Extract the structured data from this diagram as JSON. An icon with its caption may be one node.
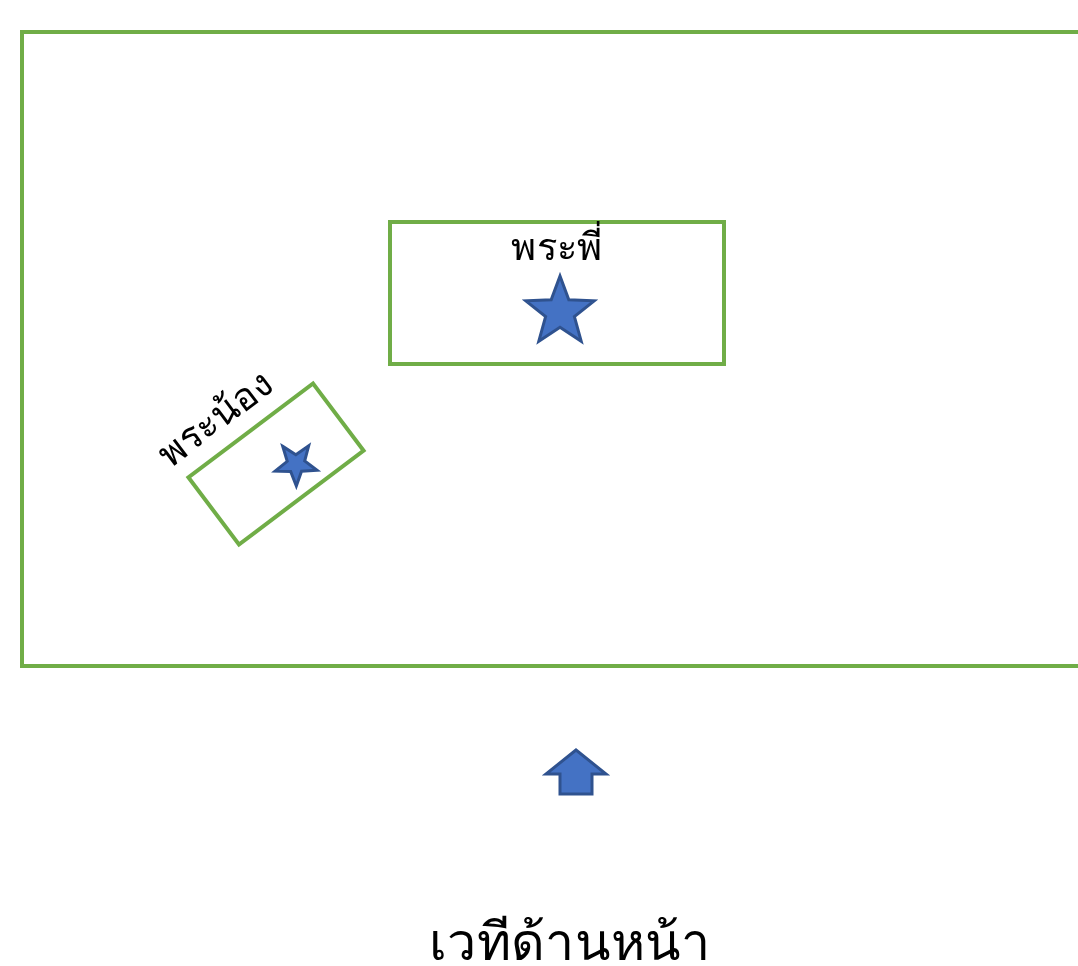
{
  "diagram": {
    "nodes": [
      {
        "text": [],
        "shape": "box"
      },
      {
        "text": [
          "พระพี่"
        ],
        "in": 0
      },
      {
        "text": [
          "พระน้อง"
        ],
        "in": 0
      }
    ],
    "labels": [
      "เวทีด้านหน้า"
    ]
  }
}
